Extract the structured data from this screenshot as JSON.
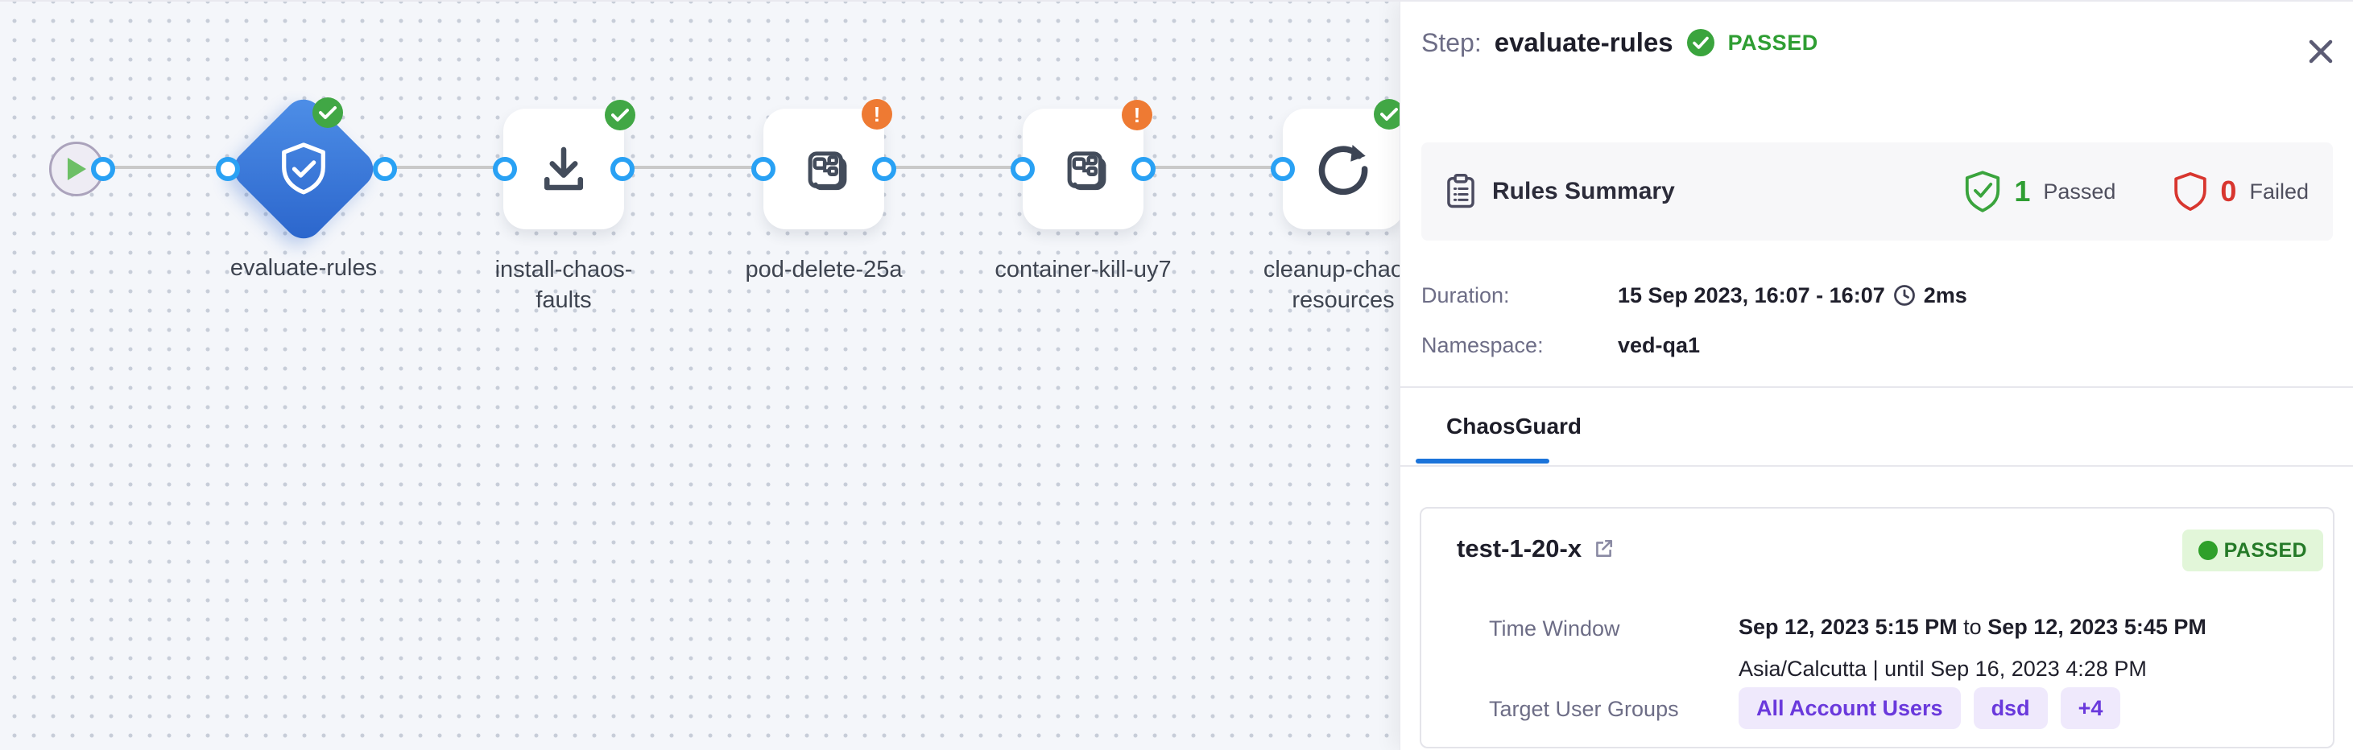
{
  "header": {
    "step_label": "Step:",
    "step_title": "evaluate-rules",
    "status": "PASSED"
  },
  "rules_summary": {
    "title": "Rules Summary",
    "passed_count": "1",
    "passed_label": "Passed",
    "failed_count": "0",
    "failed_label": "Failed"
  },
  "details": {
    "duration_label": "Duration:",
    "duration_value": "15 Sep 2023, 16:07 - 16:07",
    "duration_elapsed": "2ms",
    "namespace_label": "Namespace:",
    "namespace_value": "ved-qa1"
  },
  "tabs": {
    "active": "ChaosGuard"
  },
  "guard": {
    "name": "test-1-20-x",
    "status": "PASSED",
    "time_window_label": "Time Window",
    "time_start": "Sep 12, 2023 5:15 PM",
    "time_join": " to ",
    "time_end": "Sep 12, 2023 5:45 PM",
    "timezone_line": "Asia/Calcutta | until Sep 16, 2023 4:28 PM",
    "groups_label": "Target User Groups",
    "groups": [
      "All Account Users",
      "dsd",
      "+4"
    ]
  },
  "workflow": {
    "nodes": [
      {
        "label": "evaluate-rules",
        "line1": "evaluate-rules",
        "line2": "",
        "status": "passed",
        "icon": "shield-check-icon"
      },
      {
        "label": "install-chaos-faults",
        "line1": "install-chaos-",
        "line2": "faults",
        "status": "passed",
        "icon": "download-icon"
      },
      {
        "label": "pod-delete-25a",
        "line1": "pod-delete-25a",
        "line2": "",
        "status": "warning",
        "icon": "chaos-fault-icon"
      },
      {
        "label": "container-kill-uy7",
        "line1": "container-kill-uy7",
        "line2": "",
        "status": "warning",
        "icon": "chaos-fault-icon"
      },
      {
        "label": "cleanup-chaos-resources",
        "line1": "cleanup-chaos-",
        "line2": "resources",
        "status": "passed",
        "icon": "refresh-icon"
      }
    ]
  },
  "icons": {
    "start": "play-icon",
    "passed_badge": "check-circle-icon",
    "warning_badge": "exclamation-circle-icon",
    "summary": "clipboard-icon",
    "passed_shield": "shield-check-icon",
    "failed_shield": "shield-icon",
    "elapsed": "clock-icon",
    "guard_link": "external-link-icon",
    "close": "close-icon"
  },
  "colors": {
    "accent_blue": "#1b74da",
    "connector_blue": "#29a1f4",
    "node_blue": "#2a64cb",
    "success_green": "#2f9e33",
    "warning_orange": "#ee7a33",
    "failed_red": "#d8362f",
    "group_purple": "#6a39dc"
  }
}
